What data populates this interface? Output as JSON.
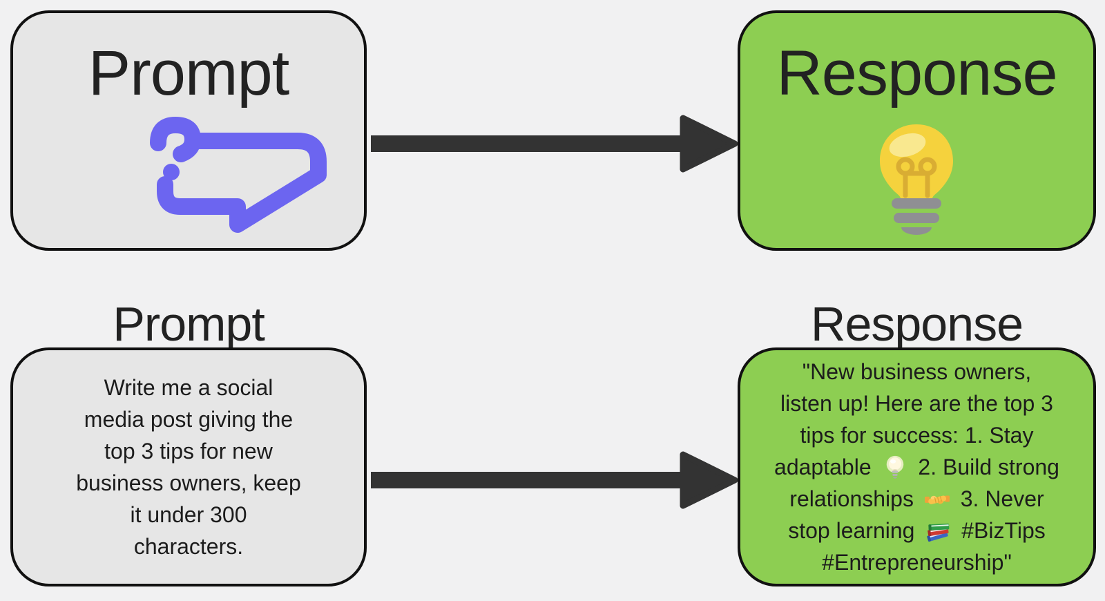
{
  "colors": {
    "background": "#f1f1f2",
    "prompt_card_fill": "#e6e6e6",
    "response_card_fill": "#8dce52",
    "card_border": "#111111",
    "arrow": "#333333",
    "chat_icon_purple": "#6c65f0",
    "bulb_yellow": "#f5d23d",
    "bulb_base_gray": "#8f8f93",
    "text": "#1e1e1e"
  },
  "top_row": {
    "prompt_card": {
      "title": "Prompt",
      "icon": "question-chat-icon"
    },
    "response_card": {
      "title": "Response",
      "icon": "lightbulb-icon"
    }
  },
  "bottom_row": {
    "prompt_label": "Prompt",
    "response_label": "Response",
    "prompt_card": {
      "text": "Write me a social\nmedia post giving the\ntop 3 tips for new\nbusiness owners, keep\nit under 300\ncharacters."
    },
    "response_card": {
      "parts": [
        {
          "type": "text",
          "value": "\"New business owners,\nlisten up! Here are the top 3\ntips for success: 1. Stay\nadaptable "
        },
        {
          "type": "emoji",
          "name": "light-bulb-emoji",
          "char": "💡"
        },
        {
          "type": "text",
          "value": " 2. Build strong\nrelationships "
        },
        {
          "type": "emoji",
          "name": "handshake-emoji",
          "char": "🤝"
        },
        {
          "type": "text",
          "value": " 3. Never\nstop learning "
        },
        {
          "type": "emoji",
          "name": "books-emoji",
          "char": "📚"
        },
        {
          "type": "text",
          "value": " #BizTips\n#Entrepreneurship\""
        }
      ]
    }
  }
}
